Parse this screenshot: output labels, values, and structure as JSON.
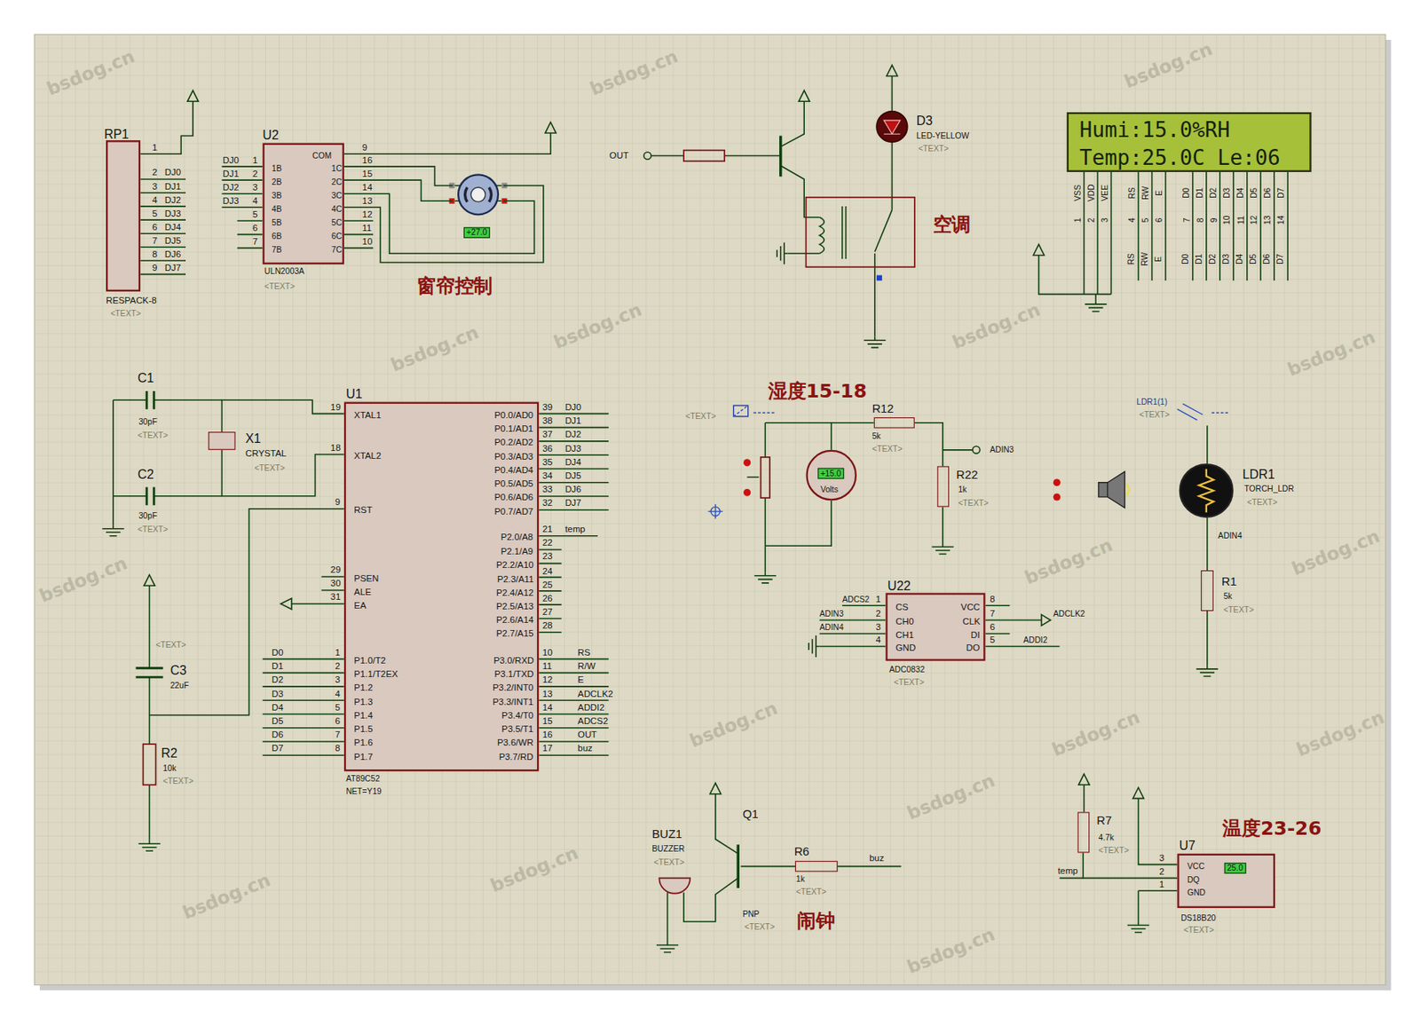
{
  "diagram": {
    "nodes": [
      {
        "text": [
          "RP1",
          "RESPACK-8",
          "<TEXT>"
        ]
      },
      {
        "text": [
          "U2",
          "COM",
          "1C",
          "2C",
          "3C",
          "4C",
          "5C",
          "6C",
          "7C",
          "1B",
          "2B",
          "3B",
          "4B",
          "5B",
          "6B",
          "7B",
          "ULN2003A",
          "<TEXT>"
        ]
      },
      {
        "text": [
          "+27.0"
        ]
      },
      {
        "text": [
          "Humi:15.0%RH",
          "Temp:25.0C Le:06"
        ]
      },
      {
        "text": [
          "X1",
          "CRYSTAL",
          "<TEXT>"
        ]
      },
      {
        "text": [
          "U1",
          "XTAL1",
          "XTAL2",
          "RST",
          "PSEN",
          "ALE",
          "EA",
          "P1.0/T2",
          "P1.1/T2EX",
          "P1.2",
          "P1.3",
          "P1.4",
          "P1.5",
          "P1.6",
          "P1.7",
          "P0.0/AD0",
          "P0.1/AD1",
          "P0.2/AD2",
          "P0.3/AD3",
          "P0.4/AD4",
          "P0.5/AD5",
          "P0.6/AD6",
          "P0.7/AD7",
          "P2.0/A8",
          "P2.1/A9",
          "P2.2/A10",
          "P2.3/A11",
          "P2.4/A12",
          "P2.5/A13",
          "P2.6/A14",
          "P2.7/A15",
          "P3.0/RXD",
          "P3.1/TXD",
          "P3.2/INT0",
          "P3.3/INT1",
          "P3.4/T0",
          "P3.5/T1",
          "P3.6/WR",
          "P3.7/RD",
          "AT89C52",
          "NET=Y19"
        ]
      },
      {
        "text": [
          "+15.0",
          "Volts"
        ]
      },
      {
        "text": [
          "R12",
          "5k",
          "<TEXT>"
        ]
      },
      {
        "text": [
          "R22",
          "1k",
          "<TEXT>"
        ]
      },
      {
        "text": [
          "U22",
          "CS",
          "CH0",
          "CH1",
          "GND",
          "VCC",
          "CLK",
          "DI",
          "DO",
          "ADC0832",
          "<TEXT>"
        ]
      },
      {
        "text": [
          "LDR1",
          "TORCH_LDR",
          "<TEXT>"
        ]
      },
      {
        "text": [
          "R1",
          "5k",
          "<TEXT>"
        ]
      },
      {
        "text": [
          "R6",
          "1k",
          "<TEXT>"
        ]
      },
      {
        "text": [
          "R7",
          "4.7k",
          "<TEXT>"
        ]
      },
      {
        "text": [
          "U7",
          "VCC",
          "DQ",
          "GND",
          "25.0",
          "DS18B20",
          "<TEXT>"
        ]
      }
    ],
    "edges": [
      {
        "from": 1,
        "to": 2,
        "arrow": "none"
      },
      {
        "from": 1,
        "to": 2,
        "arrow": "none"
      },
      {
        "from": 1,
        "to": 2,
        "arrow": "none"
      },
      {
        "from": 1,
        "to": 2,
        "arrow": "none"
      },
      {
        "from": 4,
        "to": 5,
        "arrow": "none"
      },
      {
        "from": 4,
        "to": 5,
        "arrow": "none"
      },
      {
        "from": 6,
        "to": 7,
        "arrow": "none"
      },
      {
        "from": 7,
        "to": 8,
        "arrow": "none"
      },
      {
        "from": 10,
        "to": 11,
        "arrow": "none"
      },
      {
        "from": 13,
        "to": 14,
        "arrow": "none"
      }
    ],
    "labels": [
      "1",
      "2",
      "3",
      "4",
      "5",
      "6",
      "7",
      "8",
      "9",
      "DJ0",
      "DJ1",
      "DJ2",
      "DJ3",
      "DJ4",
      "DJ5",
      "DJ6",
      "DJ7",
      "DJ0",
      "DJ1",
      "DJ2",
      "DJ3",
      "1",
      "2",
      "3",
      "4",
      "5",
      "6",
      "7",
      "9",
      "16",
      "15",
      "14",
      "13",
      "12",
      "11",
      "10",
      "窗帘控制",
      "OUT",
      "D3",
      "LED-YELLOW",
      "<TEXT>",
      "空调",
      "VSS",
      "VDD",
      "VEE",
      "RS",
      "RW",
      "E",
      "D0",
      "D1",
      "D2",
      "D3",
      "D4",
      "D5",
      "D6",
      "D7",
      "1",
      "2",
      "3",
      "4",
      "5",
      "6",
      "7",
      "8",
      "9",
      "10",
      "11",
      "12",
      "13",
      "14",
      "RS",
      "RW",
      "E",
      "D0",
      "D1",
      "D2",
      "D3",
      "D4",
      "D5",
      "D6",
      "D7",
      "C1",
      "30pF",
      "<TEXT>",
      "C2",
      "30pF",
      "<TEXT>",
      "19",
      "18",
      "9",
      "29",
      "30",
      "31",
      "1",
      "2",
      "3",
      "4",
      "5",
      "6",
      "7",
      "8",
      "39",
      "38",
      "37",
      "36",
      "35",
      "34",
      "33",
      "32",
      "21",
      "22",
      "23",
      "24",
      "25",
      "26",
      "27",
      "28",
      "10",
      "11",
      "12",
      "13",
      "14",
      "15",
      "16",
      "17",
      "D0",
      "D1",
      "D2",
      "D3",
      "D4",
      "D5",
      "D6",
      "D7",
      "DJ0",
      "DJ1",
      "DJ2",
      "DJ3",
      "DJ4",
      "DJ5",
      "DJ6",
      "DJ7",
      "temp",
      "RS",
      "R/W",
      "E",
      "ADCLK2",
      "ADDI2",
      "ADCS2",
      "OUT",
      "buz",
      "<TEXT>",
      "C3",
      "22uF",
      "R2",
      "10k",
      "<TEXT>",
      "湿度15-18",
      "<TEXT>",
      "ADIN3",
      "LDR1(1)",
      "<TEXT>",
      "ADIN4",
      "1",
      "2",
      "3",
      "4",
      "8",
      "7",
      "6",
      "5",
      "ADCS2",
      "ADIN3",
      "ADIN4",
      "ADCLK2",
      "ADDI2",
      "BUZ1",
      "BUZZER",
      "<TEXT>",
      "Q1",
      "PNP",
      "<TEXT>",
      "buz",
      "闹钟",
      "温度23-26",
      "temp",
      "3",
      "2",
      "1",
      "bsdog.cn",
      "bsdog.cn",
      "bsdog.cn",
      "bsdog.cn",
      "bsdog.cn",
      "bsdog.cn",
      "bsdog.cn",
      "bsdog.cn",
      "bsdog.cn",
      "bsdog.cn",
      "bsdog.cn",
      "bsdog.cn",
      "bsdog.cn",
      "bsdog.cn",
      "bsdog.cn",
      "bsdog.cn",
      "bsdog.cn"
    ]
  }
}
